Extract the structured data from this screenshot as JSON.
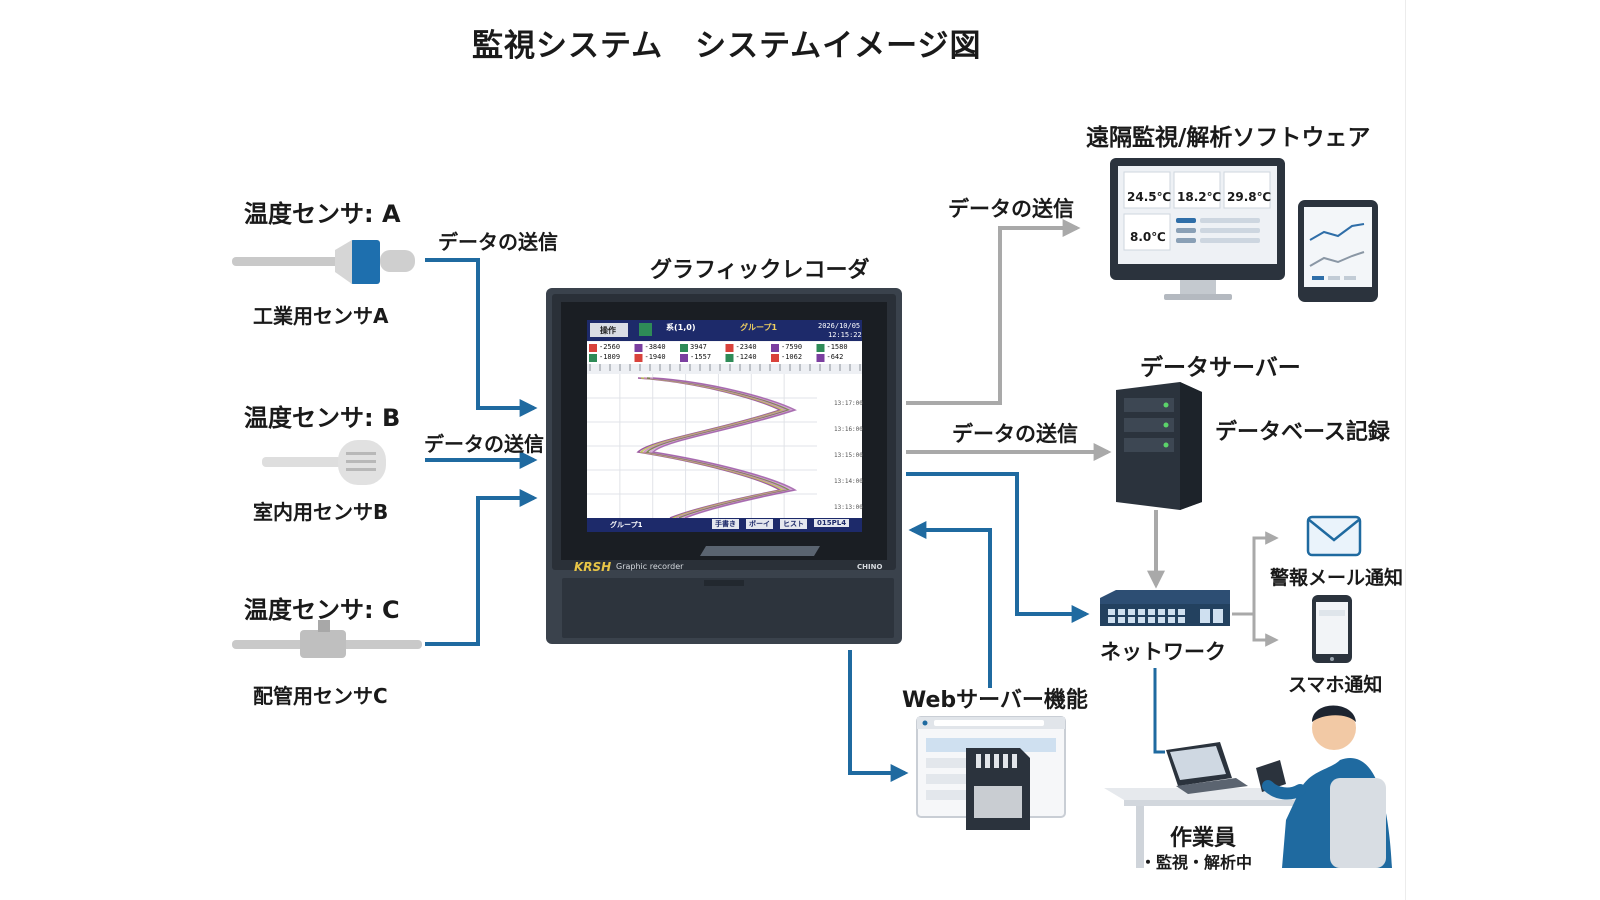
{
  "title": "監視システム　システムイメージ図",
  "colors": {
    "arrow_blue": "#1f6aa0",
    "arrow_gray": "#a9a9a9",
    "device_dark": "#2b333d",
    "sensor_blue": "#1e6fae"
  },
  "sensors": [
    {
      "heading": "温度センサ: A",
      "label": "工業用センサA"
    },
    {
      "heading": "温度センサ: B",
      "label": "室内用センサB"
    },
    {
      "heading": "温度センサ: C",
      "label": "配管用センサC"
    }
  ],
  "flows": {
    "send_a": "データの送信",
    "send_b": "データの送信",
    "send_software": "データの送信",
    "send_server": "データの送信"
  },
  "recorder": {
    "title": "グラフィックレコーダ",
    "brand": "KRSH",
    "model": "Graphic recorder",
    "maker": "CHINO",
    "screen": {
      "op_button": "操作",
      "header_center_a": "系(1,0)",
      "header_center_b": "グループ1",
      "date": "2026/10/05",
      "time": "12:15:22",
      "channel_values": [
        "-2560",
        "-3840",
        "3947",
        "-2340",
        "-7590",
        "-1580"
      ],
      "channel_values_2": [
        "-1809",
        "-1940",
        "-1557",
        "-1240",
        "-1062",
        "-642"
      ],
      "time_ticks": [
        "13:17:00",
        "13:16:00",
        "13:15:00",
        "13:14:00",
        "13:13:00"
      ],
      "footer_group": "グループ1",
      "footer_buttons": [
        "手書き",
        "ボーイ",
        "ヒスト",
        "015PL4"
      ]
    }
  },
  "software": {
    "title": "遠隔監視/解析ソフトウェア",
    "readings": [
      "24.5℃",
      "18.2℃",
      "29.8℃",
      "8.0℃"
    ]
  },
  "server": {
    "title": "データサーバー",
    "caption": "データベース記録"
  },
  "network": {
    "label": "ネットワーク"
  },
  "notify": {
    "mail": "警報メール通知",
    "phone": "スマホ通知"
  },
  "web": {
    "title": "Webサーバー機能"
  },
  "worker": {
    "title": "作業員",
    "subtitle": "・監視・解析中"
  }
}
